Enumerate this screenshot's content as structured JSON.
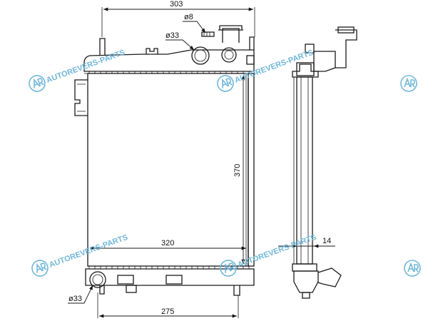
{
  "dimensions": {
    "top_width": "303",
    "pipe_small": "ø8",
    "pipe_inlet": "ø33",
    "core_height": "370",
    "core_width": "320",
    "pipe_outlet": "ø33",
    "bottom_width": "275",
    "thickness": "14"
  },
  "watermark": {
    "text": "AUTOREVERS-PARTS",
    "icon": "ar-logo-icon",
    "color": "#6fb8dc"
  }
}
